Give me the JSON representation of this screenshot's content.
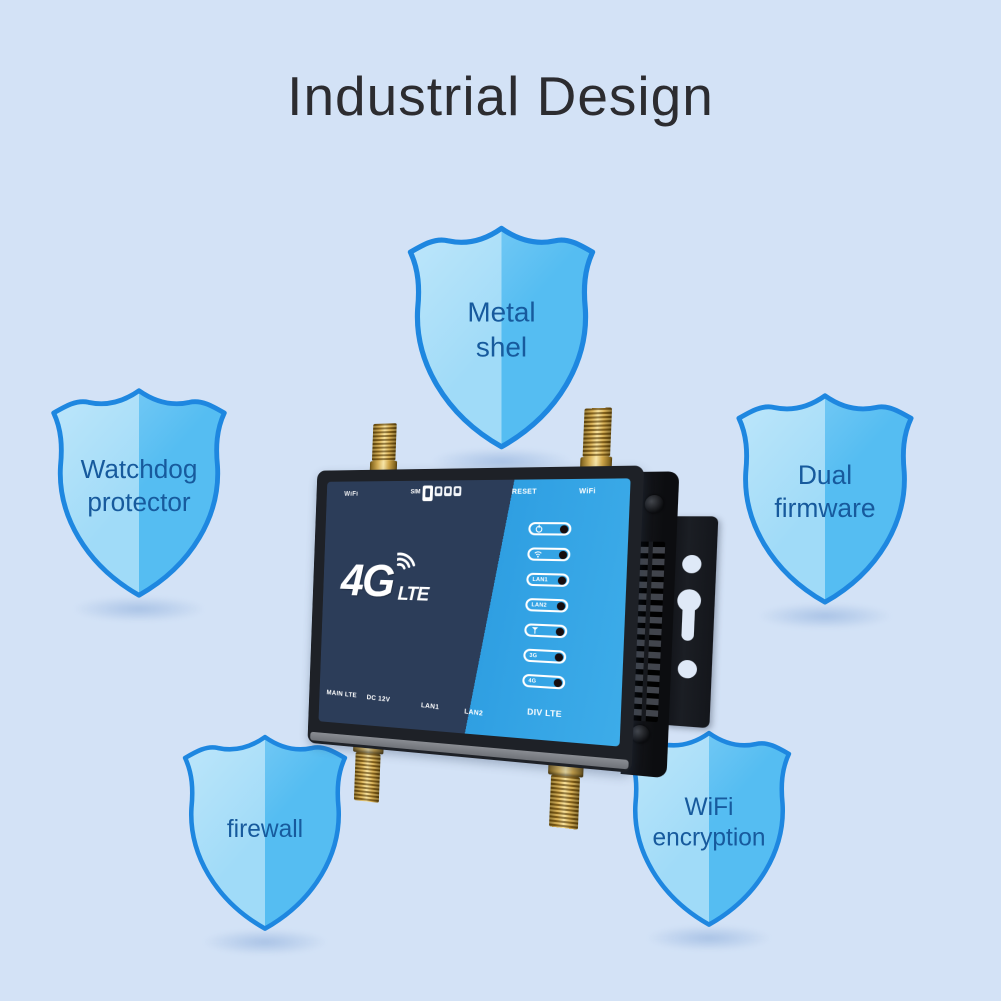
{
  "title": "Industrial Design",
  "colors": {
    "background": "#d3e2f6",
    "title_text": "#2c2c30",
    "shield_fill_left": "#a0dbf8",
    "shield_fill_right": "#55bdf2",
    "shield_stroke": "#1e87e0",
    "shield_text": "#175a9d",
    "panel_navy": "#2c3d59",
    "panel_blue": "#2f9fe2",
    "case_black": "#1e2127",
    "antenna_gold": "#c99f3f",
    "led_dot": "#170d0e"
  },
  "shields": {
    "items": [
      {
        "id": "metal-shell",
        "lines": [
          "Metal",
          "shel"
        ]
      },
      {
        "id": "watchdog-protector",
        "lines": [
          "Watchdog",
          "protector"
        ]
      },
      {
        "id": "dual-firmware",
        "lines": [
          "Dual",
          "firmware"
        ]
      },
      {
        "id": "firewall",
        "lines": [
          "firewall",
          ""
        ]
      },
      {
        "id": "wifi-encryption",
        "lines": [
          "WiFi",
          "encryption"
        ]
      }
    ]
  },
  "router": {
    "top_labels": {
      "wifi_left": "WiFi",
      "sim": "SIM",
      "reset": "RESET",
      "wifi_right": "WiFi"
    },
    "logo": {
      "main": "4G",
      "sub": "LTE"
    },
    "leds": {
      "items": [
        {
          "icon": "power-icon",
          "label": ""
        },
        {
          "icon": "wifi-icon",
          "label": ""
        },
        {
          "icon": "",
          "label": "LAN1"
        },
        {
          "icon": "",
          "label": "LAN2"
        },
        {
          "icon": "antenna-icon",
          "label": ""
        },
        {
          "icon": "",
          "label": "3G"
        },
        {
          "icon": "",
          "label": "4G"
        }
      ]
    },
    "bottom_labels": {
      "main_lte": "MAIN LTE",
      "dc_12v": "DC 12V",
      "lan1": "LAN1",
      "lan2": "LAN2",
      "div_lte": "DIV LTE"
    }
  }
}
